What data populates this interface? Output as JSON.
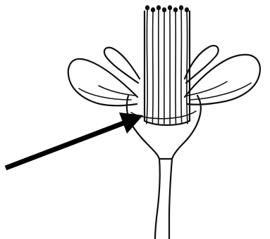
{
  "figure": {
    "subject": "flower-with-stamen-tube",
    "pointer_target": "staminal-tube-base",
    "stamen_count": 8
  },
  "colors": {
    "background": "#ffffff",
    "ink": "#111111",
    "arrow": "#000000"
  }
}
